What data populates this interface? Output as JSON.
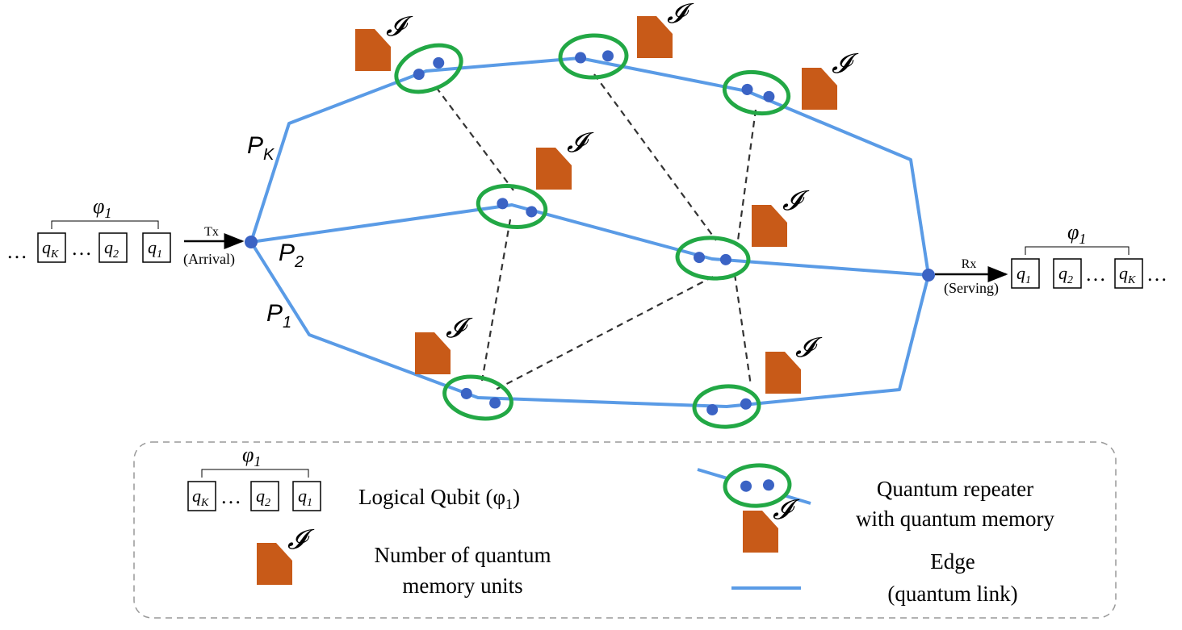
{
  "colors": {
    "edge": "#5a9be6",
    "ellipse": "#22a845",
    "node": "#3b63c4",
    "memory": "#c85a18",
    "text": "#000000",
    "dash": "#333333",
    "legend_border": "#999999"
  },
  "icons": {
    "memory": "folded-document-icon",
    "repeater": "ellipse-with-two-dots-icon"
  },
  "labels": {
    "path_k": "P",
    "path_k_sub": "K",
    "path_2": "P",
    "path_2_sub": "2",
    "path_1": "P",
    "path_1_sub": "1",
    "memory_symbol": "𝓘",
    "tx": "Tx",
    "tx_sub": "(Arrival)",
    "rx": "Rx",
    "rx_sub": "(Serving)",
    "phi": "φ",
    "phi_sub": "1",
    "dots": "…"
  },
  "qubits_left": [
    {
      "q": "q",
      "sub": "K"
    },
    {
      "q": "q",
      "sub": "2"
    },
    {
      "q": "q",
      "sub": "1"
    }
  ],
  "qubits_right": [
    {
      "q": "q",
      "sub": "1"
    },
    {
      "q": "q",
      "sub": "2"
    },
    {
      "q": "q",
      "sub": "K"
    }
  ],
  "legend": {
    "logical_qubit": "Logical Qubit (φ",
    "logical_qubit_sub": "1",
    "logical_qubit_close": ")",
    "memory_line1": "Number of quantum",
    "memory_line2": "memory units",
    "repeater_line1": "Quantum repeater",
    "repeater_line2": "with quantum memory",
    "edge_line1": "Edge",
    "edge_line2": "(quantum link)"
  }
}
